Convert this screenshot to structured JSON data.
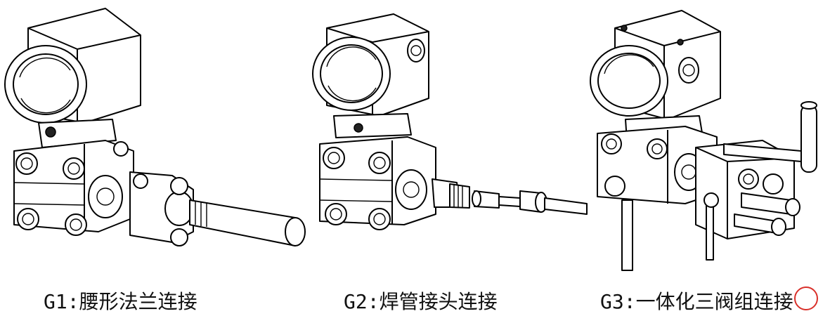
{
  "captions": {
    "g1": "G1:腰形法兰连接",
    "g2": "G2:焊管接头连接",
    "g3": "G3:一体化三阀组连接"
  },
  "icons": [
    "transmitter-oval-flange-illustration",
    "transmitter-weld-fitting-illustration",
    "transmitter-3-valve-manifold-illustration"
  ],
  "colors": {
    "line": "#000000",
    "background": "#ffffff",
    "stamp": "#d9302a"
  }
}
